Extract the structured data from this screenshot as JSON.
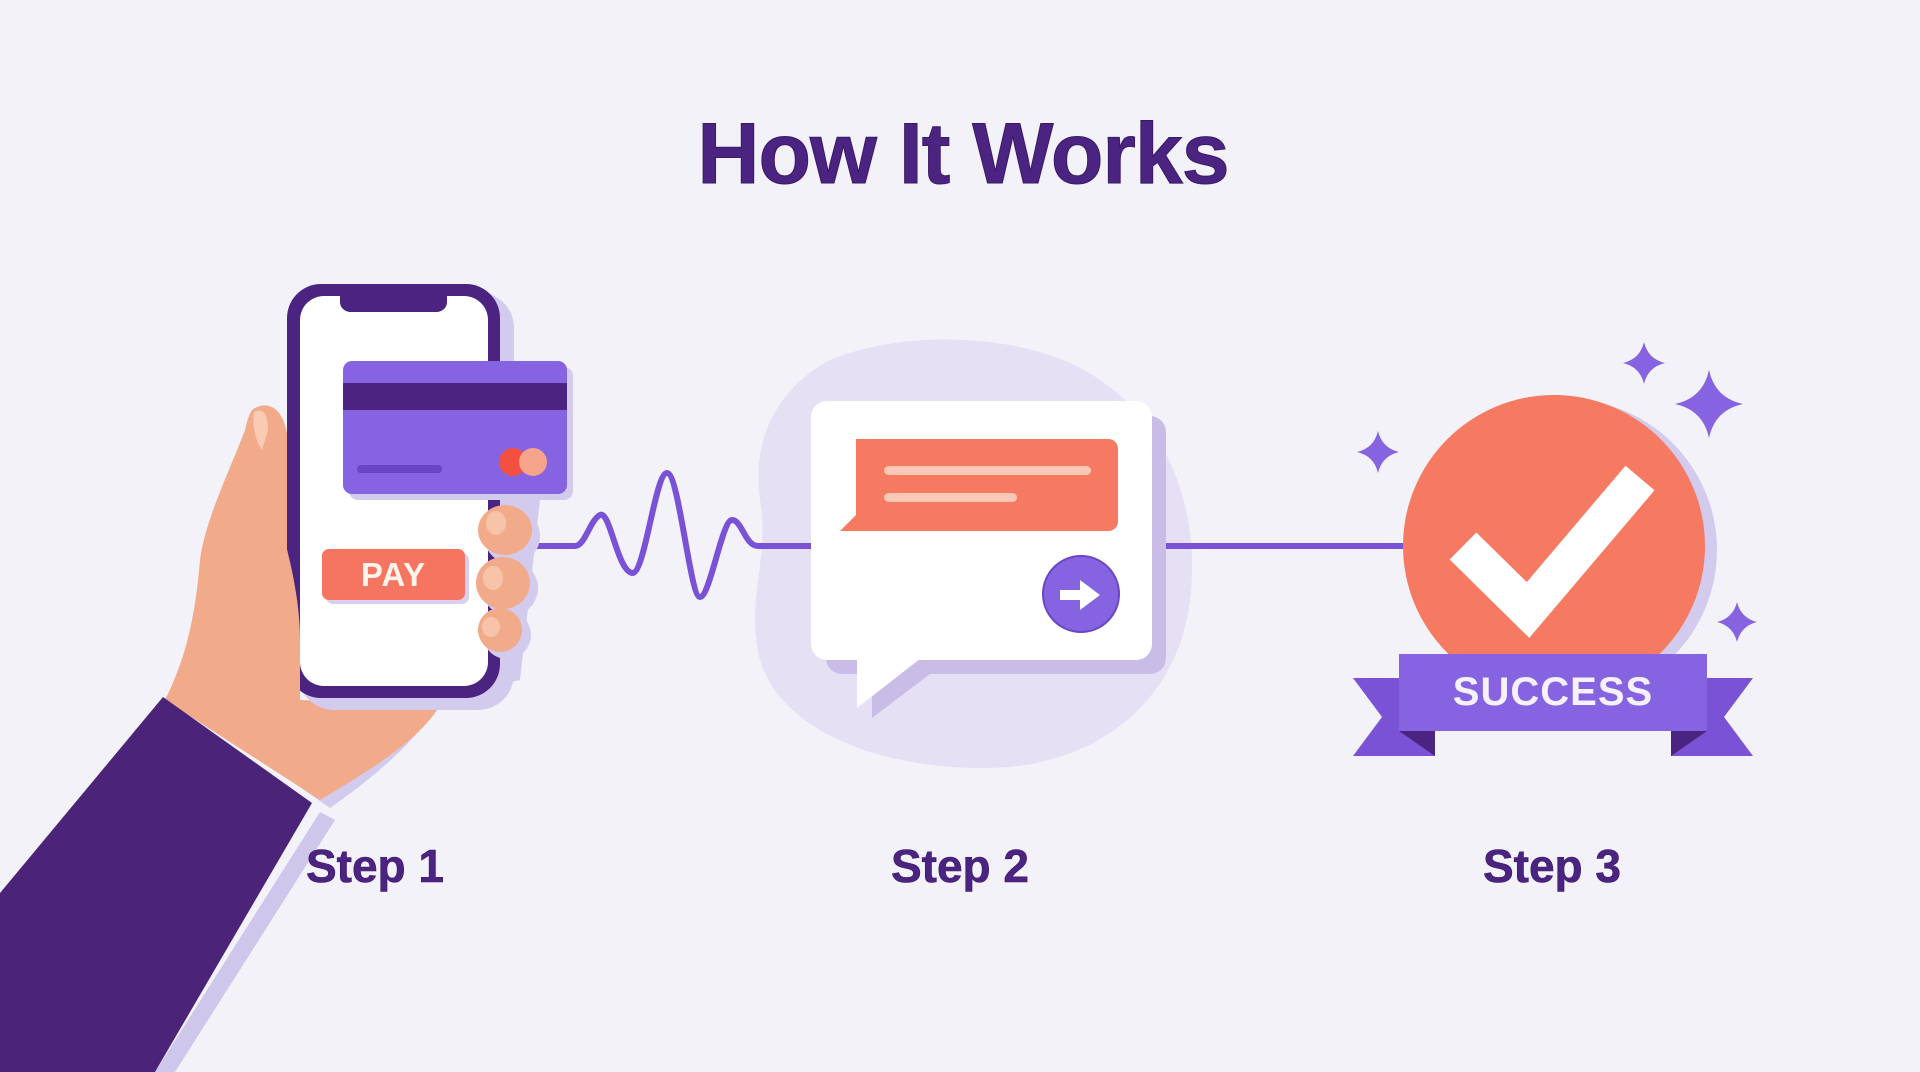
{
  "header": {
    "title": "How It Works"
  },
  "steps": [
    {
      "label": "Step 1",
      "illustration": "hand-holding-phone-with-card",
      "button_label": "PAY",
      "icons": [
        "phone-icon",
        "credit-card-icon",
        "hand-icon"
      ]
    },
    {
      "label": "Step 2",
      "illustration": "speech-bubble-with-message",
      "icons": [
        "chat-bubble-icon",
        "arrow-right-icon"
      ]
    },
    {
      "label": "Step 3",
      "illustration": "success-badge",
      "badge_label": "SUCCESS",
      "icons": [
        "checkmark-icon",
        "sparkle-icon",
        "ribbon-icon"
      ]
    }
  ],
  "connector": {
    "type": "signal-wave-line",
    "color": "#7a52d6"
  },
  "colors": {
    "background": "#f3f2f8",
    "primary_dark_purple": "#4b2380",
    "accent_purple": "#8663e0",
    "coral": "#f67a62",
    "skin": "#f2ab8a",
    "blob_lavender": "#e6e0f5"
  }
}
